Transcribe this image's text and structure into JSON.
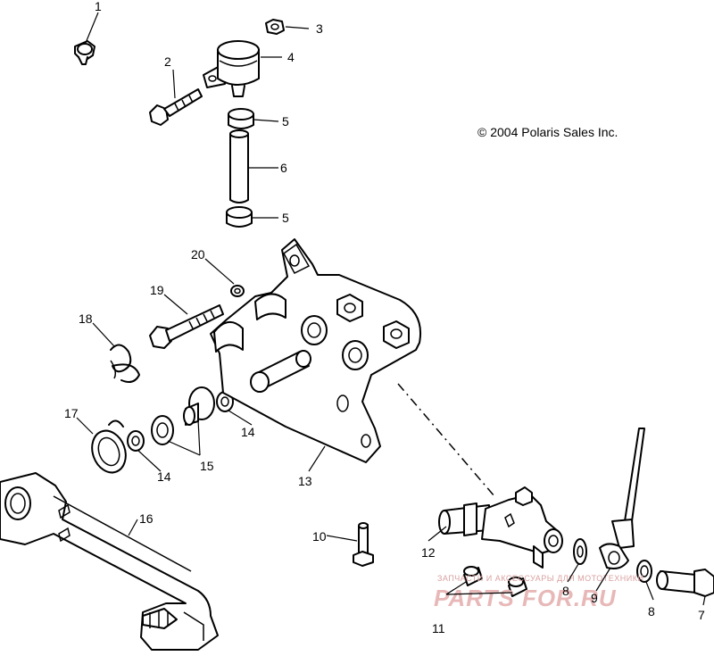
{
  "copyright": "© 2004 Polaris Sales Inc.",
  "watermark": {
    "tagline": "ЗАПЧАСТИ И АКСЕССУАРЫ ДЛЯ МОТОТЕХНИКИ",
    "logo": "PARTS FOR.RU",
    "color": "#e8b8b8"
  },
  "callouts": [
    "1",
    "2",
    "3",
    "4",
    "5",
    "5",
    "6",
    "20",
    "19",
    "18",
    "17",
    "14",
    "15",
    "14",
    "13",
    "16",
    "10",
    "12",
    "8",
    "9",
    "8",
    "7",
    "11"
  ]
}
